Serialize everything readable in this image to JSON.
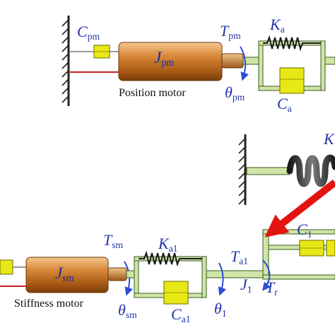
{
  "colors": {
    "symbol": "#2436a8",
    "rod": "#cfe6a8",
    "rod_stroke": "#3b5a1e",
    "wire": "#cc1f1f",
    "damper": "#e8e816",
    "motor_body": "#c9771f",
    "motor_highlight": "#f5c890",
    "wall": "#222222",
    "link_arrow": "#e3140f",
    "curved_arrow": "#2a4ed8"
  },
  "top_system": {
    "caption": "Position motor",
    "motor_symbol": "J",
    "motor_sub": "pm",
    "damper_symbol": "C",
    "damper_sub": "pm",
    "torque_symbol": "T",
    "torque_sub": "pm",
    "angle_symbol": "θ",
    "angle_sub": "pm",
    "spring_symbol": "K",
    "spring_sub": "a",
    "coupling_damper_symbol": "C",
    "coupling_damper_sub": "a"
  },
  "bottom_system": {
    "caption": "Stiffness motor",
    "motor_symbol": "J",
    "motor_sub": "sm",
    "torque_symbol": "T",
    "torque_sub": "sm",
    "angle_symbol": "θ",
    "angle_sub": "sm",
    "spring_symbol": "K",
    "spring_sub": "a1",
    "coupling_damper_symbol": "C",
    "coupling_damper_sub": "a1",
    "joint_torque_symbol": "T",
    "joint_torque_sub": "a1",
    "joint_angle_symbol": "θ",
    "joint_angle_sub": "1",
    "joint_inertia_symbol": "J",
    "joint_inertia_sub": "1",
    "reaction_torque_symbol": "T",
    "reaction_torque_sub": "r",
    "link_damper_symbol": "C",
    "link_damper_sub": "1",
    "right_spring_symbol": "K"
  }
}
